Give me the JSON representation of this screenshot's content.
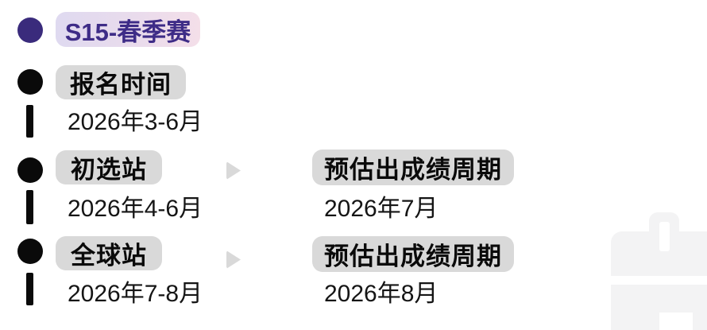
{
  "season": {
    "label": "S15-春季赛"
  },
  "rows": [
    {
      "stage": "报名时间",
      "date": "2026年3-6月"
    },
    {
      "stage": "初选站",
      "date": "2026年4-6月",
      "result_label": "预估出成绩周期",
      "result_date": "2026年7月"
    },
    {
      "stage": "全球站",
      "date": "2026年7-8月",
      "result_label": "预估出成绩周期",
      "result_date": "2026年8月"
    }
  ],
  "icons": {
    "timeline-bullet-icon": "●",
    "arrow-right-icon": "▶",
    "briefcase-icon": "💼"
  },
  "colors": {
    "accent_purple": "#3a2b7c",
    "season_text_purple": "#3e2c87",
    "season_gradient_start": "#dfdaf0",
    "season_gradient_end": "#f4dfe9",
    "badge_gray": "#d9d9d9",
    "text_black": "#0a0a0a",
    "watermark_gray": "#f3f3f4"
  }
}
